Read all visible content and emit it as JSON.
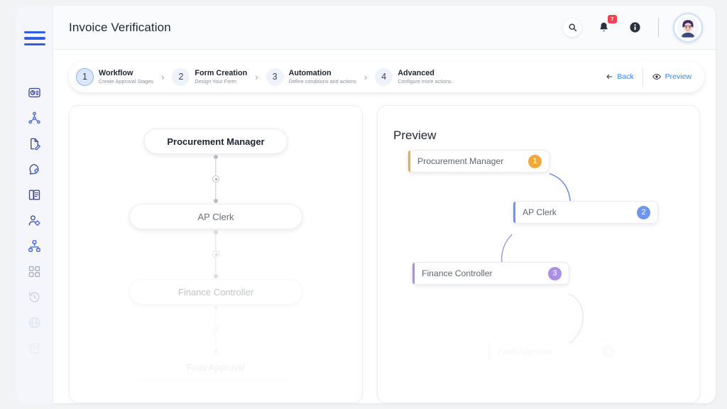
{
  "colors": {
    "brand_blue": "#2f5fe0",
    "link_blue": "#3b82f6",
    "badge_red": "#f0434f",
    "node_orange": "#f0a93c",
    "node_blue": "#6e97ea",
    "node_purple": "#ab8fe0",
    "arrow_blue": "#6e86e8",
    "arrow_purple": "#a99ae0"
  },
  "rail": {
    "menu_icon": "hamburger-menu-icon",
    "items": [
      {
        "icon": "clock-card-icon",
        "opacity": 1.0
      },
      {
        "icon": "workflow-nodes-icon",
        "opacity": 1.0
      },
      {
        "icon": "document-edit-icon",
        "opacity": 1.0
      },
      {
        "icon": "chat-gear-icon",
        "opacity": 1.0
      },
      {
        "icon": "book-pages-icon",
        "opacity": 1.0
      },
      {
        "icon": "user-settings-icon",
        "opacity": 1.0
      },
      {
        "icon": "org-branch-icon",
        "opacity": 1.0
      },
      {
        "icon": "blocks-icon",
        "opacity": 0.55
      },
      {
        "icon": "history-revert-icon",
        "opacity": 0.35
      },
      {
        "icon": "globe-icon",
        "opacity": 0.18
      },
      {
        "icon": "archive-box-icon",
        "opacity": 0.08
      }
    ]
  },
  "topbar": {
    "title": "Invoice Verification",
    "search_icon": "search-icon",
    "bell_icon": "bell-icon",
    "notification_count": "7",
    "info_icon": "info-icon",
    "avatar": "user-avatar"
  },
  "stepper": {
    "steps": [
      {
        "num": "1",
        "title": "Workflow",
        "sub": "Create Approval Stages",
        "active": true
      },
      {
        "num": "2",
        "title": "Form Creation",
        "sub": "Design Your Form",
        "active": false
      },
      {
        "num": "3",
        "title": "Automation",
        "sub": "Define conditions and actions",
        "active": false
      },
      {
        "num": "4",
        "title": "Advanced",
        "sub": "Configure more actions.",
        "active": false
      }
    ],
    "separator": "›",
    "back_label": "Back",
    "back_icon": "arrow-left-icon",
    "preview_label": "Preview",
    "preview_icon": "eye-icon"
  },
  "builder": {
    "nodes": [
      {
        "label": "Procurement Manager",
        "style": "primary"
      },
      {
        "label": "AP Clerk",
        "style": "normal"
      },
      {
        "label": "Finance Controller",
        "style": "faded-1"
      },
      {
        "label": "Final Approval",
        "style": "faded-2"
      }
    ]
  },
  "preview": {
    "title": "Preview",
    "nodes": [
      {
        "label": "Procurement Manager",
        "badge": "1",
        "accent": "#f0a93c",
        "badge_color": "#f0a93c",
        "faded": false
      },
      {
        "label": "AP Clerk",
        "badge": "2",
        "accent": "#6e97ea",
        "badge_color": "#6e97ea",
        "faded": false
      },
      {
        "label": "Finance Controller",
        "badge": "3",
        "accent": "#ab8fe0",
        "badge_color": "#ab8fe0",
        "faded": false
      },
      {
        "label": "Final Approval",
        "badge": "4",
        "accent": "#b8c4e8",
        "badge_color": "#b8c4e8",
        "faded": true
      }
    ]
  }
}
